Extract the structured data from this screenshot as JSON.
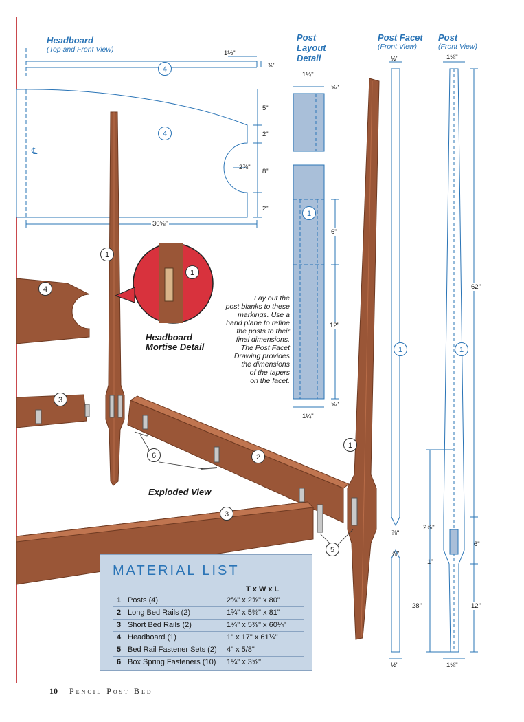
{
  "headboard_view": {
    "title": "Headboard",
    "subtitle": "(Top and Front View)"
  },
  "post_layout": {
    "title_lines": [
      "Post",
      "Layout",
      "Detail"
    ]
  },
  "post_facet": {
    "title": "Post Facet",
    "subtitle": "(Front View)"
  },
  "post_front": {
    "title": "Post",
    "subtitle": "(Front View)"
  },
  "mortise_caption": [
    "Headboard",
    "Mortise Detail"
  ],
  "exploded_caption": "Exploded View",
  "centerline_symbol": "℄",
  "layout_note": [
    "Lay out the",
    "post blanks to these",
    "markings. Use a",
    "hand plane to refine",
    "the posts to their",
    "final dimensions.",
    "The Post Facet",
    "Drawing provides",
    "the dimensions",
    "of the tapers",
    "on the facet."
  ],
  "dims": {
    "hb_thick": "1½\"",
    "hb_end": "⅜\"",
    "hb_5": "5\"",
    "hb_2a": "2\"",
    "hb_8": "8\"",
    "hb_2b": "2\"",
    "hb_arc": "2⅞\"",
    "hb_len": "30⅝\"",
    "pl_top": "1¼\"",
    "pl_off": "⅝\"",
    "pl_6": "6\"",
    "pl_12": "12\"",
    "pl_bot_off": "⅝\"",
    "pl_bot": "1¼\"",
    "pf_top": "½\"",
    "pf_mid_a": "⅞\"",
    "pf_mid_b": "⅞\"",
    "pf_bot": "½\"",
    "p_top": "1⅛\"",
    "p_62": "62\"",
    "p_2_78": "2⅞\"",
    "p_6": "6\"",
    "p_1": "1\"",
    "p_28": "28\"",
    "p_12": "12\"",
    "p_bot": "1⅛\""
  },
  "callouts": {
    "hb_top": "4",
    "hb_front": "4",
    "pl": "1",
    "pf": "1",
    "p": "1",
    "post_left": "1",
    "mortise": "1",
    "headboard": "4",
    "short_rail_left": "3",
    "fasteners": "6",
    "long_rail": "2",
    "short_rail_front": "3",
    "post_right": "1",
    "bed_rail_fast": "5"
  },
  "material_list": {
    "title": "MATERIAL LIST",
    "col_header": "T x W x L",
    "rows": [
      {
        "num": "1",
        "desc": "Posts (4)",
        "size": "2⅝\" x 2⅝\" x 80\""
      },
      {
        "num": "2",
        "desc": "Long Bed Rails (2)",
        "size": "1¾\" x 5⅜\" x 81\""
      },
      {
        "num": "3",
        "desc": "Short Bed Rails (2)",
        "size": "1¾\" x 5⅜\" x 60¼\""
      },
      {
        "num": "4",
        "desc": "Headboard (1)",
        "size": "1\" x 17\" x 61¼\""
      },
      {
        "num": "5",
        "desc": "Bed Rail Fastener Sets (2)",
        "size": "4\" x 5/8\""
      },
      {
        "num": "6",
        "desc": "Box Spring Fasteners (10)",
        "size": "1¼\" x 3⅝\""
      }
    ]
  },
  "footer": {
    "page_number": "10",
    "title": "Pencil Post Bed"
  },
  "colors": {
    "accent": "#2a74b6",
    "wood": "#9a5637",
    "wood_dark": "#6e3a22",
    "drawing_fill": "#a9bfd9",
    "panel": "#c7d6e6"
  }
}
